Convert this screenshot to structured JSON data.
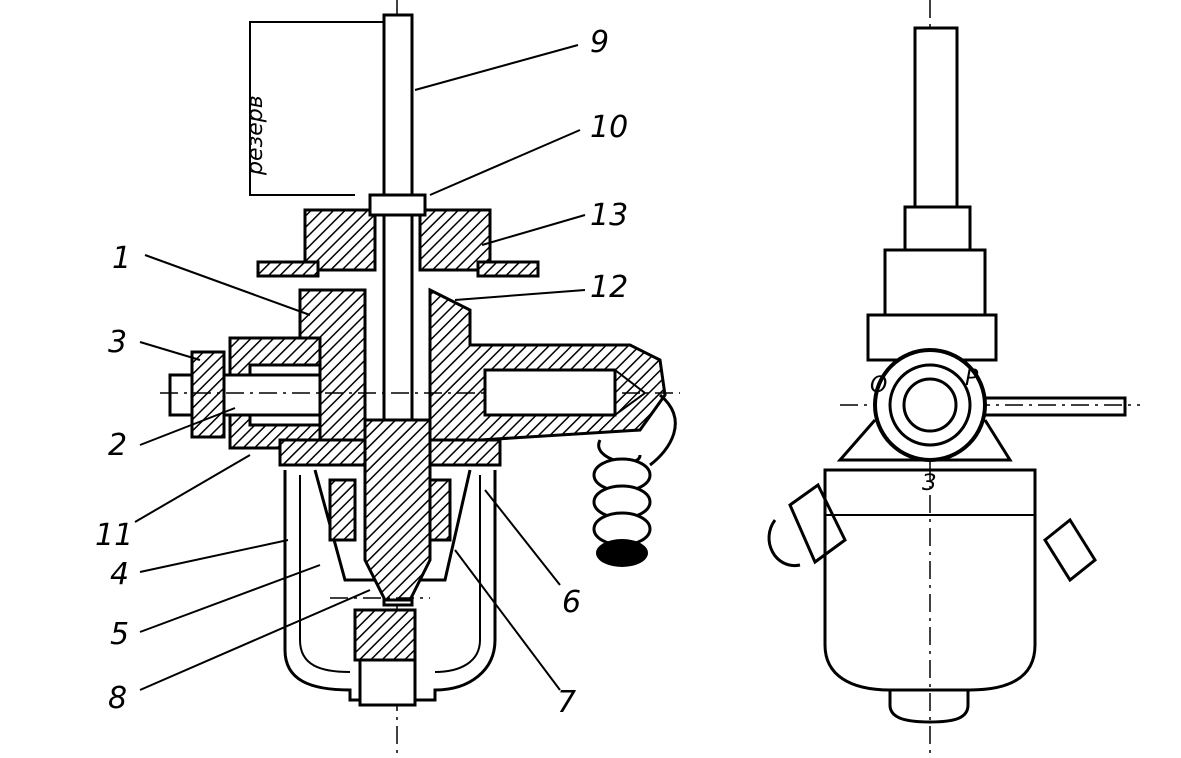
{
  "caption": "резерв",
  "callouts": [
    "1",
    "2",
    "3",
    "4",
    "5",
    "6",
    "7",
    "8",
    "9",
    "10",
    "11",
    "12",
    "13"
  ],
  "side_view": {
    "left_mark": "О",
    "right_mark": "Р",
    "bottom_mark": "З"
  }
}
